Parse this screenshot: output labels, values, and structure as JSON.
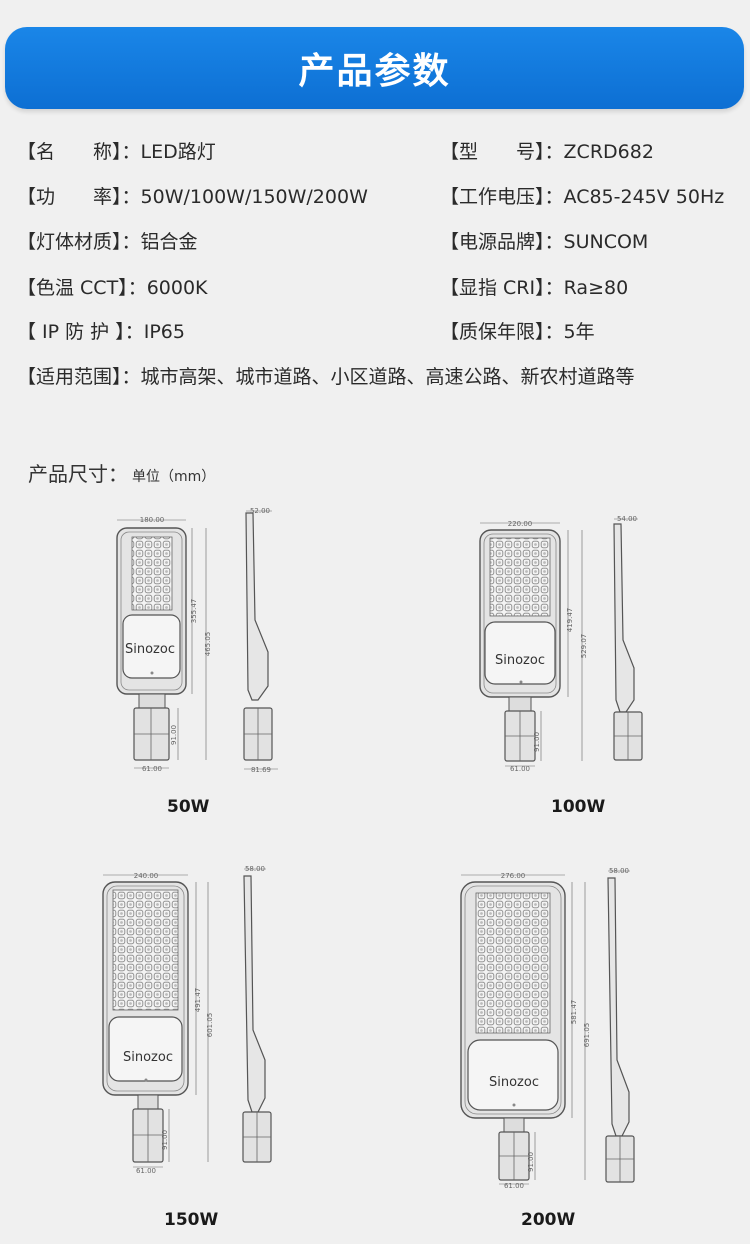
{
  "header": {
    "title": "产品参数"
  },
  "specs": {
    "name": {
      "label": "【名　　称】",
      "sep": "：",
      "value": "LED路灯"
    },
    "model": {
      "label": "【型　　号】",
      "sep": "：",
      "value": "ZCRD682"
    },
    "power": {
      "label": "【功　　率】",
      "sep": "：",
      "value": "50W/100W/150W/200W"
    },
    "voltage": {
      "label": "【工作电压】",
      "sep": "：",
      "value": "AC85-245V 50Hz"
    },
    "material": {
      "label": "【灯体材质】",
      "sep": "：",
      "value": "铝合金"
    },
    "psu_brand": {
      "label": "【电源品牌】",
      "sep": "：",
      "value": "SUNCOM"
    },
    "cct": {
      "label": "【色温 CCT】",
      "sep": "：",
      "value": "6000K"
    },
    "cri": {
      "label": "【显指 CRI】",
      "sep": "：",
      "value": "Ra≥80"
    },
    "ip": {
      "label": "【 IP 防 护 】",
      "sep": "：",
      "value": "IP65"
    },
    "warranty": {
      "label": "【质保年限】",
      "sep": "：",
      "value": "5年"
    },
    "application": {
      "label": "【适用范围】",
      "sep": "：",
      "value": "城市高架、城市道路、小区道路、高速公路、新农村道路等"
    }
  },
  "dimensions": {
    "heading": "产品尺寸：",
    "unit": "单位（mm）",
    "brand": "Sinozoc",
    "variants": [
      {
        "label": "50W",
        "width": "180.00",
        "side_thickness": "52.00",
        "body_length": "355.47",
        "total_length": "465.05",
        "mount_length": "91.00",
        "mount_width": "61.00",
        "side_base": "81.69"
      },
      {
        "label": "100W",
        "width": "220.00",
        "side_thickness": "54.00",
        "body_length": "419.47",
        "total_length": "529.07",
        "mount_length": "91.00",
        "mount_width": "61.00",
        "side_base": ""
      },
      {
        "label": "150W",
        "width": "240.00",
        "side_thickness": "58.00",
        "body_length": "491.47",
        "total_length": "601.05",
        "mount_length": "91.00",
        "mount_width": "61.00",
        "side_base": ""
      },
      {
        "label": "200W",
        "width": "276.00",
        "side_thickness": "58.00",
        "body_length": "581.47",
        "total_length": "691.05",
        "mount_length": "91.00",
        "mount_width": "61.00",
        "side_base": ""
      }
    ]
  }
}
